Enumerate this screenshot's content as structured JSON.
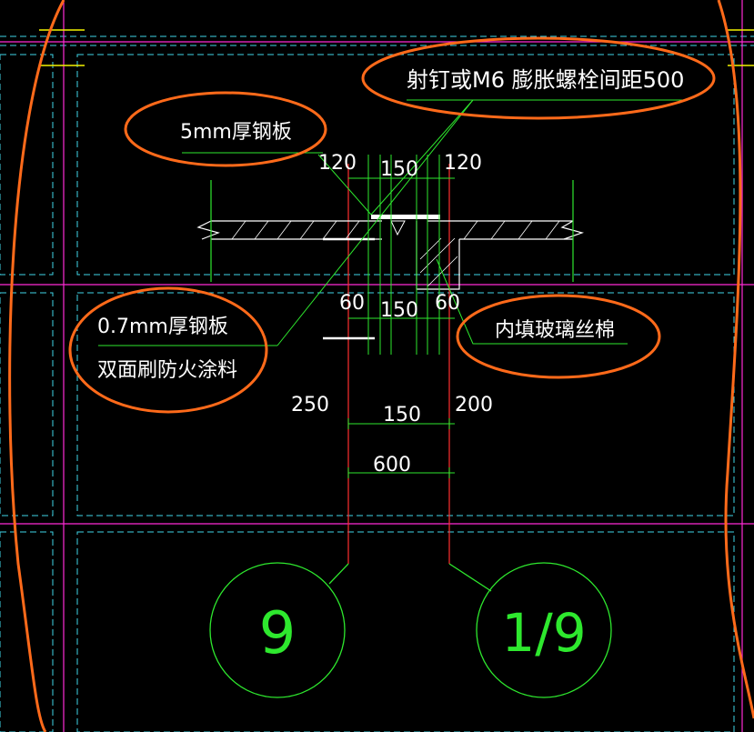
{
  "annotations": {
    "bolt_note": "射钉或M6 膨胀螺栓间距500",
    "plate_5mm": "5mm厚钢板",
    "plate_07mm_line1": "0.7mm厚钢板",
    "plate_07mm_line2": "双面刷防火涂料",
    "infill": "内填玻璃丝棉"
  },
  "dimensions": {
    "top_left": "120",
    "top_mid": "150",
    "top_right": "120",
    "mid_left": "60",
    "mid_mid": "150",
    "mid_right": "60",
    "low_left": "250",
    "low_mid": "150",
    "low_right": "200",
    "bottom_total": "600"
  },
  "axis_labels": {
    "left": "9",
    "right": "1/9"
  },
  "colors": {
    "background": "#000000",
    "grid_magenta": "#ff2bd6",
    "grid_cyan": "#3fd6e8",
    "drawing_white": "#ffffff",
    "dimension_green": "#2ee82e",
    "red_line": "#ff3030",
    "markup_orange": "#ff6a1a",
    "yellow": "#f2f200"
  }
}
